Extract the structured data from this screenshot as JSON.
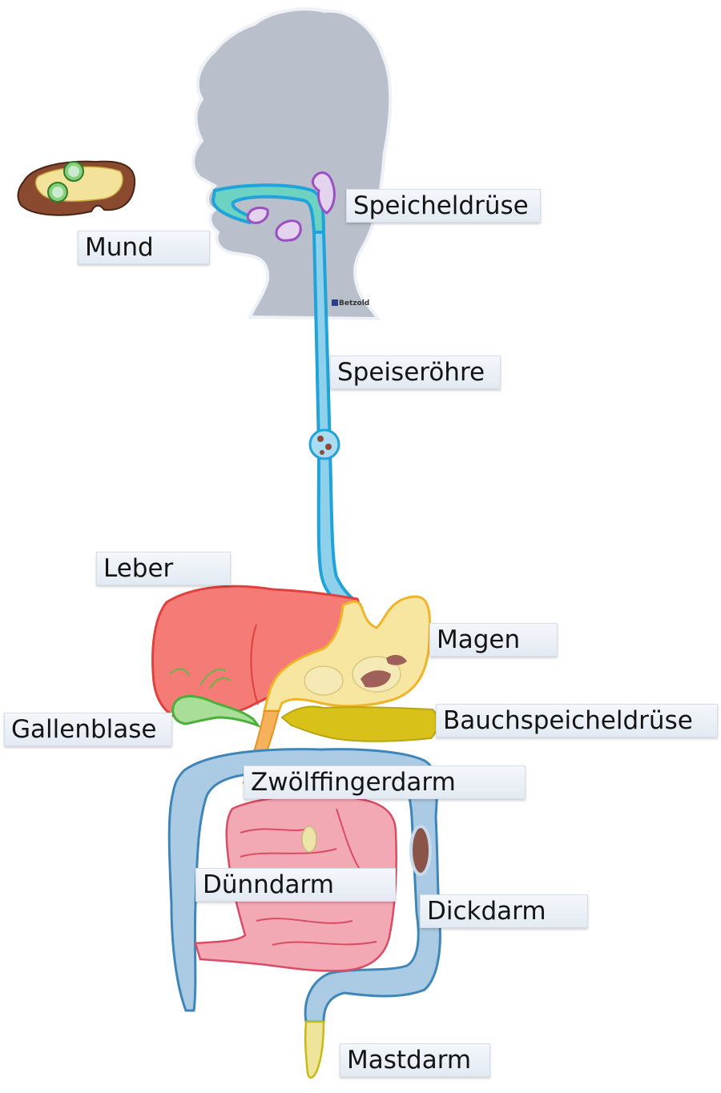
{
  "title": "Verdauungssystem",
  "brand": "Betzold",
  "labels": {
    "mund": "Mund",
    "speicheldruese": "Speicheldrüse",
    "speiseroehre": "Speiseröhre",
    "leber": "Leber",
    "magen": "Magen",
    "gallenblase": "Gallenblase",
    "bauchspeicheldruese": "Bauchspeicheldrüse",
    "zwoelffingerdarm": "Zwölffingerdarm",
    "duenndarm": "Dünndarm",
    "dickdarm": "Dickdarm",
    "mastdarm": "Mastdarm"
  },
  "colors": {
    "head": "#b9bfcb",
    "esophagus": "#8fd0ea",
    "esophagus_outline": "#1fa3d8",
    "mouth_cavity": "#6cd2c2",
    "salivary_gland": "#e3d3ee",
    "salivary_outline": "#9b4fc2",
    "liver": "#f47b76",
    "liver_outline": "#e0413f",
    "stomach": "#f7e6a0",
    "stomach_outline": "#f0b429",
    "gallbladder": "#a8de98",
    "gallbladder_outline": "#4caf3a",
    "pancreas": "#d8c21a",
    "duodenum": "#f6b15c",
    "small_intestine": "#f3a9b3",
    "small_intestine_outline": "#d94c65",
    "large_intestine": "#aacbe3",
    "large_intestine_outline": "#3f86b8",
    "rectum": "#eee59a",
    "rectum_outline": "#c9b915"
  }
}
